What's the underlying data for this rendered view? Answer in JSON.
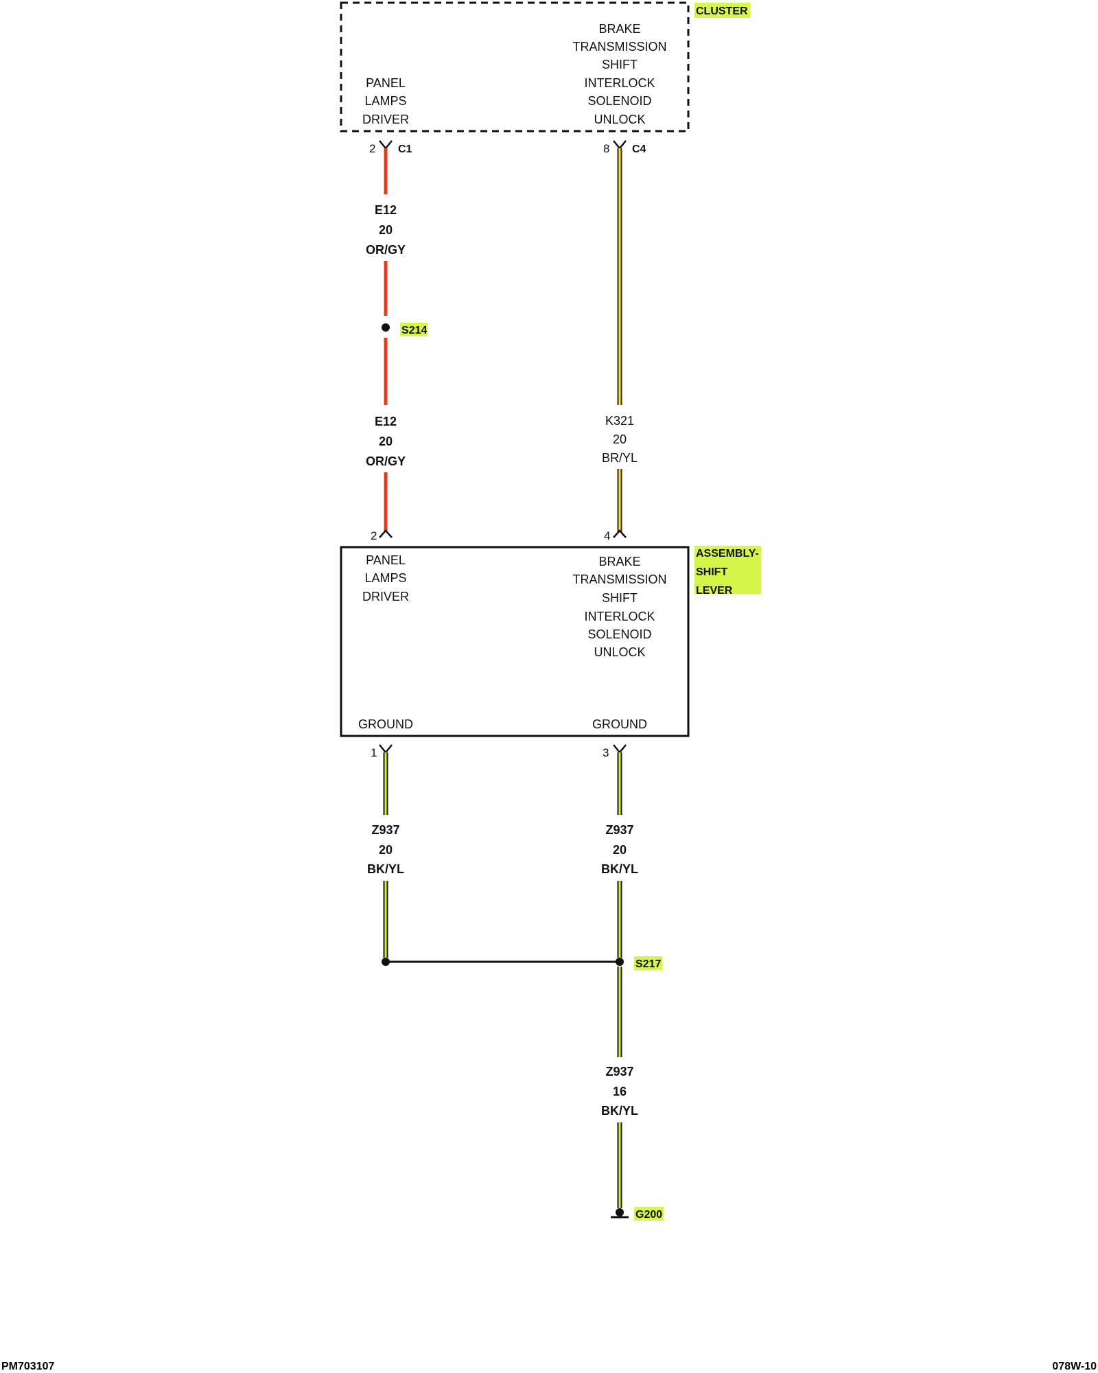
{
  "colors": {
    "wire_or_gy": "#e03c1c",
    "wire_br_yl_outer": "#3a2a12",
    "wire_br_yl_inner": "#f2e04a",
    "wire_bk_yl_outer": "#1a1a1a",
    "wire_bk_yl_inner": "#d7ec3a",
    "label_highlight": "#d6f54a",
    "line": "#111111"
  },
  "cluster": {
    "name": "CLUSTER",
    "left_function": [
      "PANEL",
      "LAMPS",
      "DRIVER"
    ],
    "right_function": [
      "BRAKE",
      "TRANSMISSION",
      "SHIFT",
      "INTERLOCK",
      "SOLENOID",
      "UNLOCK"
    ],
    "pin_left": "2",
    "connector_left": "C1",
    "pin_right": "8",
    "connector_right": "C4"
  },
  "wires": {
    "e12_upper": {
      "circuit": "E12",
      "gauge": "20",
      "color": "OR/GY"
    },
    "e12_lower": {
      "circuit": "E12",
      "gauge": "20",
      "color": "OR/GY"
    },
    "k321": {
      "circuit": "K321",
      "gauge": "20",
      "color": "BR/YL"
    },
    "z937_left": {
      "circuit": "Z937",
      "gauge": "20",
      "color": "BK/YL"
    },
    "z937_right": {
      "circuit": "Z937",
      "gauge": "20",
      "color": "BK/YL"
    },
    "z937_main": {
      "circuit": "Z937",
      "gauge": "16",
      "color": "BK/YL"
    }
  },
  "splices": {
    "s214": "S214",
    "s217": "S217"
  },
  "ground": "G200",
  "shift_lever": {
    "name": [
      "ASSEMBLY-",
      "SHIFT",
      "LEVER"
    ],
    "left_function": [
      "PANEL",
      "LAMPS",
      "DRIVER"
    ],
    "right_function": [
      "BRAKE",
      "TRANSMISSION",
      "SHIFT",
      "INTERLOCK",
      "SOLENOID",
      "UNLOCK"
    ],
    "ground_left": "GROUND",
    "ground_right": "GROUND",
    "pin_top_left": "2",
    "pin_top_right": "4",
    "pin_bottom_left": "1",
    "pin_bottom_right": "3"
  },
  "footer": {
    "left": "PM703107",
    "right": "078W-10"
  }
}
